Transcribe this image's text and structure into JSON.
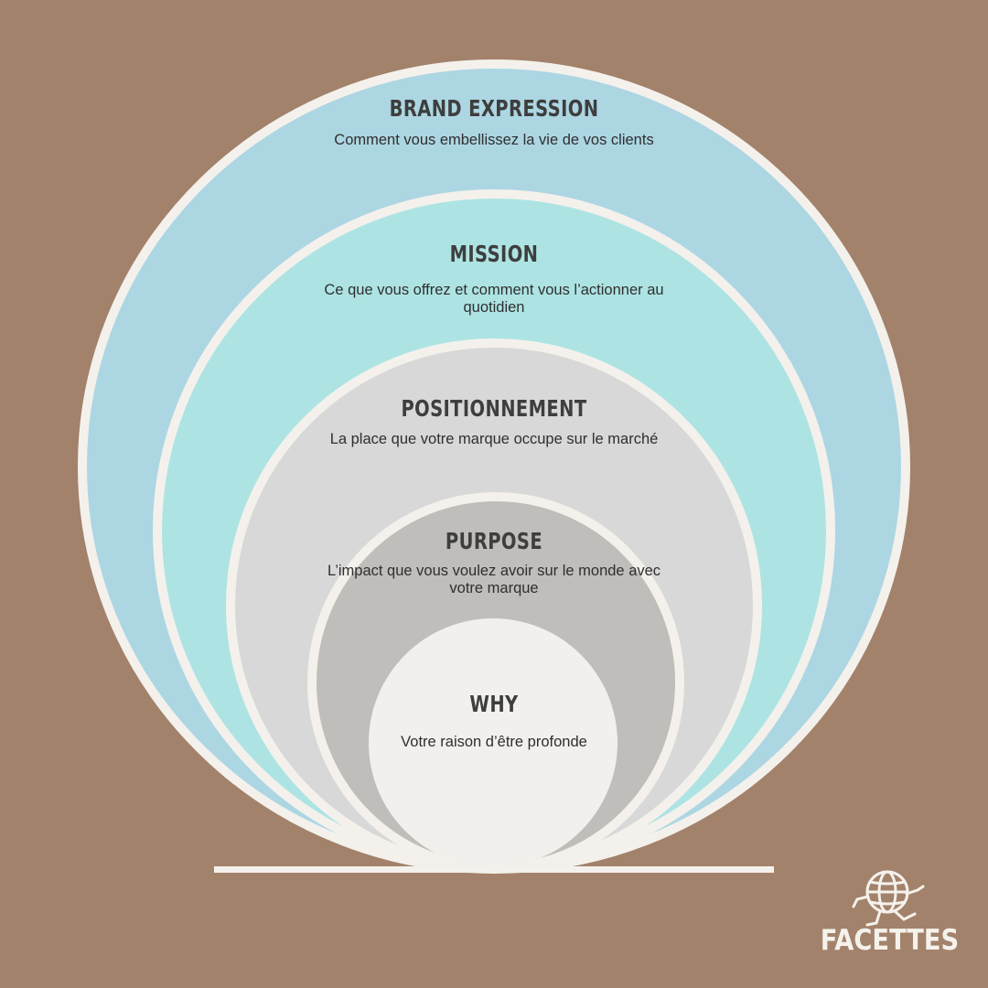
{
  "colors": {
    "background": "#a3826b",
    "ring_border": "#f4f1ec",
    "brand_expression": "#add6e3",
    "mission": "#ade4e3",
    "positionnement": "#d8d8d8",
    "purpose": "#c1bdbb",
    "why": "#f2f0ec"
  },
  "layers": [
    {
      "id": "brand-expression",
      "title": "BRAND EXPRESSION",
      "description": "Comment vous embellissez la vie de vos clients"
    },
    {
      "id": "mission",
      "title": "MISSION",
      "description": "Ce que vous offrez et comment vous l’actionner au quotidien"
    },
    {
      "id": "positionnement",
      "title": "POSITIONNEMENT",
      "description": "La place que votre marque occupe sur le marché"
    },
    {
      "id": "purpose",
      "title": "PURPOSE",
      "description": "L’impact que vous voulez avoir sur le monde avec votre marque"
    },
    {
      "id": "why",
      "title": "WHY",
      "description": "Votre raison d’être profonde"
    }
  ],
  "logo": {
    "name": "FACETTES",
    "icon": "walking-globe-mascot-icon"
  }
}
